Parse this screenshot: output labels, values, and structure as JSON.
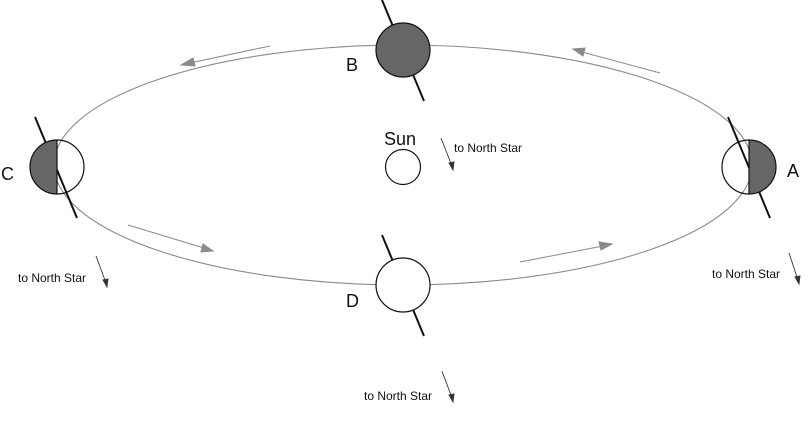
{
  "labels": {
    "sun": "Sun",
    "a": "A",
    "b": "B",
    "c": "C",
    "d": "D",
    "north_star_sun": "to North Star",
    "north_star_c": "to North Star",
    "north_star_a": "to North Star",
    "north_star_d": "to North Star"
  },
  "colors": {
    "orbit": "#8a8a8a",
    "shade": "#666666",
    "axis": "#111111",
    "outline": "#111111"
  }
}
